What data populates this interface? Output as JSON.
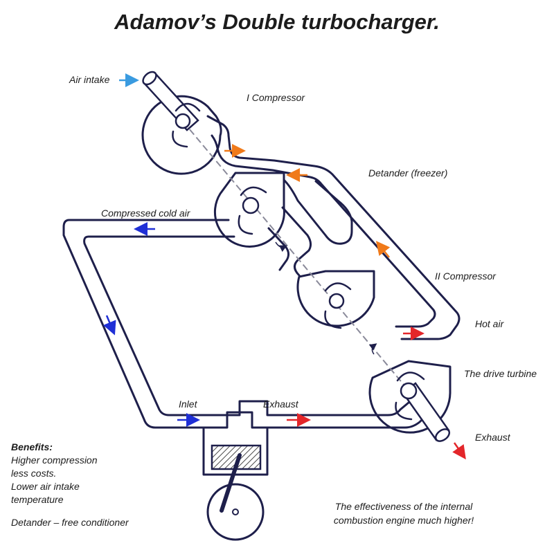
{
  "title": "Adamov’s Double turbocharger.",
  "labels": {
    "air_intake": "Air intake",
    "compressor_1": "I Compressor",
    "detander": "Detander (freezer)",
    "compressed_cold_air": "Compressed cold air",
    "compressor_2": "II Compressor",
    "hot_air": "Hot air",
    "drive_turbine": "The drive turbine",
    "inlet": "Inlet",
    "exhaust_pipe": "Exhaust",
    "exhaust_out": "Exhaust"
  },
  "benefits": {
    "heading": "Benefits:",
    "lines": [
      "Higher compression",
      "less costs.",
      "Lower air intake",
      "temperature"
    ],
    "detander_note": "Detander – free conditioner"
  },
  "note": "The effectiveness of the internal combustion engine much higher!",
  "colors": {
    "pipe": "#1e1f4b",
    "intake_arrow": "#3a9be0",
    "warm_arrow": "#f07a1a",
    "cold_arrow": "#1f2fd6",
    "hot_arrow": "#e3262a",
    "shaft": "#8a8a9a"
  }
}
